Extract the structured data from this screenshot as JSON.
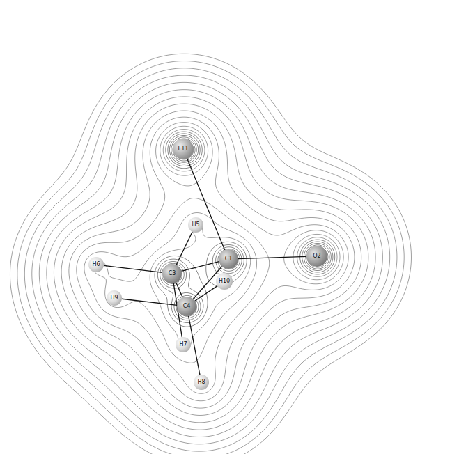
{
  "diagram": {
    "nodes": [
      {
        "text": [
          "F11"
        ]
      },
      {
        "text": [
          "H5"
        ]
      },
      {
        "text": [
          "H6"
        ]
      },
      {
        "text": [
          "C3"
        ]
      },
      {
        "text": [
          "C1"
        ]
      },
      {
        "text": [
          "O2"
        ]
      },
      {
        "text": [
          "H10"
        ]
      },
      {
        "text": [
          "H9"
        ]
      },
      {
        "text": [
          "C4"
        ]
      },
      {
        "text": [
          "H7"
        ]
      },
      {
        "text": [
          "H8"
        ]
      }
    ],
    "edges": [
      {
        "from": 0,
        "to": 4,
        "arrow": "none"
      },
      {
        "from": 4,
        "to": 5,
        "arrow": "none"
      },
      {
        "from": 3,
        "to": 4,
        "arrow": "none"
      },
      {
        "from": 4,
        "to": 8,
        "arrow": "none"
      },
      {
        "from": 8,
        "to": 6,
        "arrow": "none"
      },
      {
        "from": 3,
        "to": 1,
        "arrow": "none"
      },
      {
        "from": 3,
        "to": 2,
        "arrow": "none"
      },
      {
        "from": 3,
        "to": 9,
        "arrow": "none"
      },
      {
        "from": 3,
        "to": 8,
        "arrow": "none"
      },
      {
        "from": 8,
        "to": 7,
        "arrow": "none"
      },
      {
        "from": 8,
        "to": 10,
        "arrow": "none"
      }
    ]
  }
}
